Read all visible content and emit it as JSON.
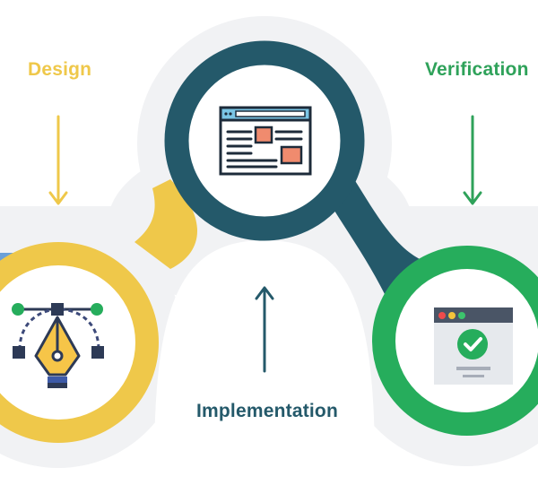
{
  "stages": [
    {
      "label": "Design",
      "color": "#efc84a",
      "icon": "pen-tool-icon"
    },
    {
      "label": "Implementation",
      "color": "#24596a",
      "icon": "browser-layout-icon"
    },
    {
      "label": "Verification",
      "color": "#26ad5c",
      "icon": "browser-check-icon"
    }
  ]
}
